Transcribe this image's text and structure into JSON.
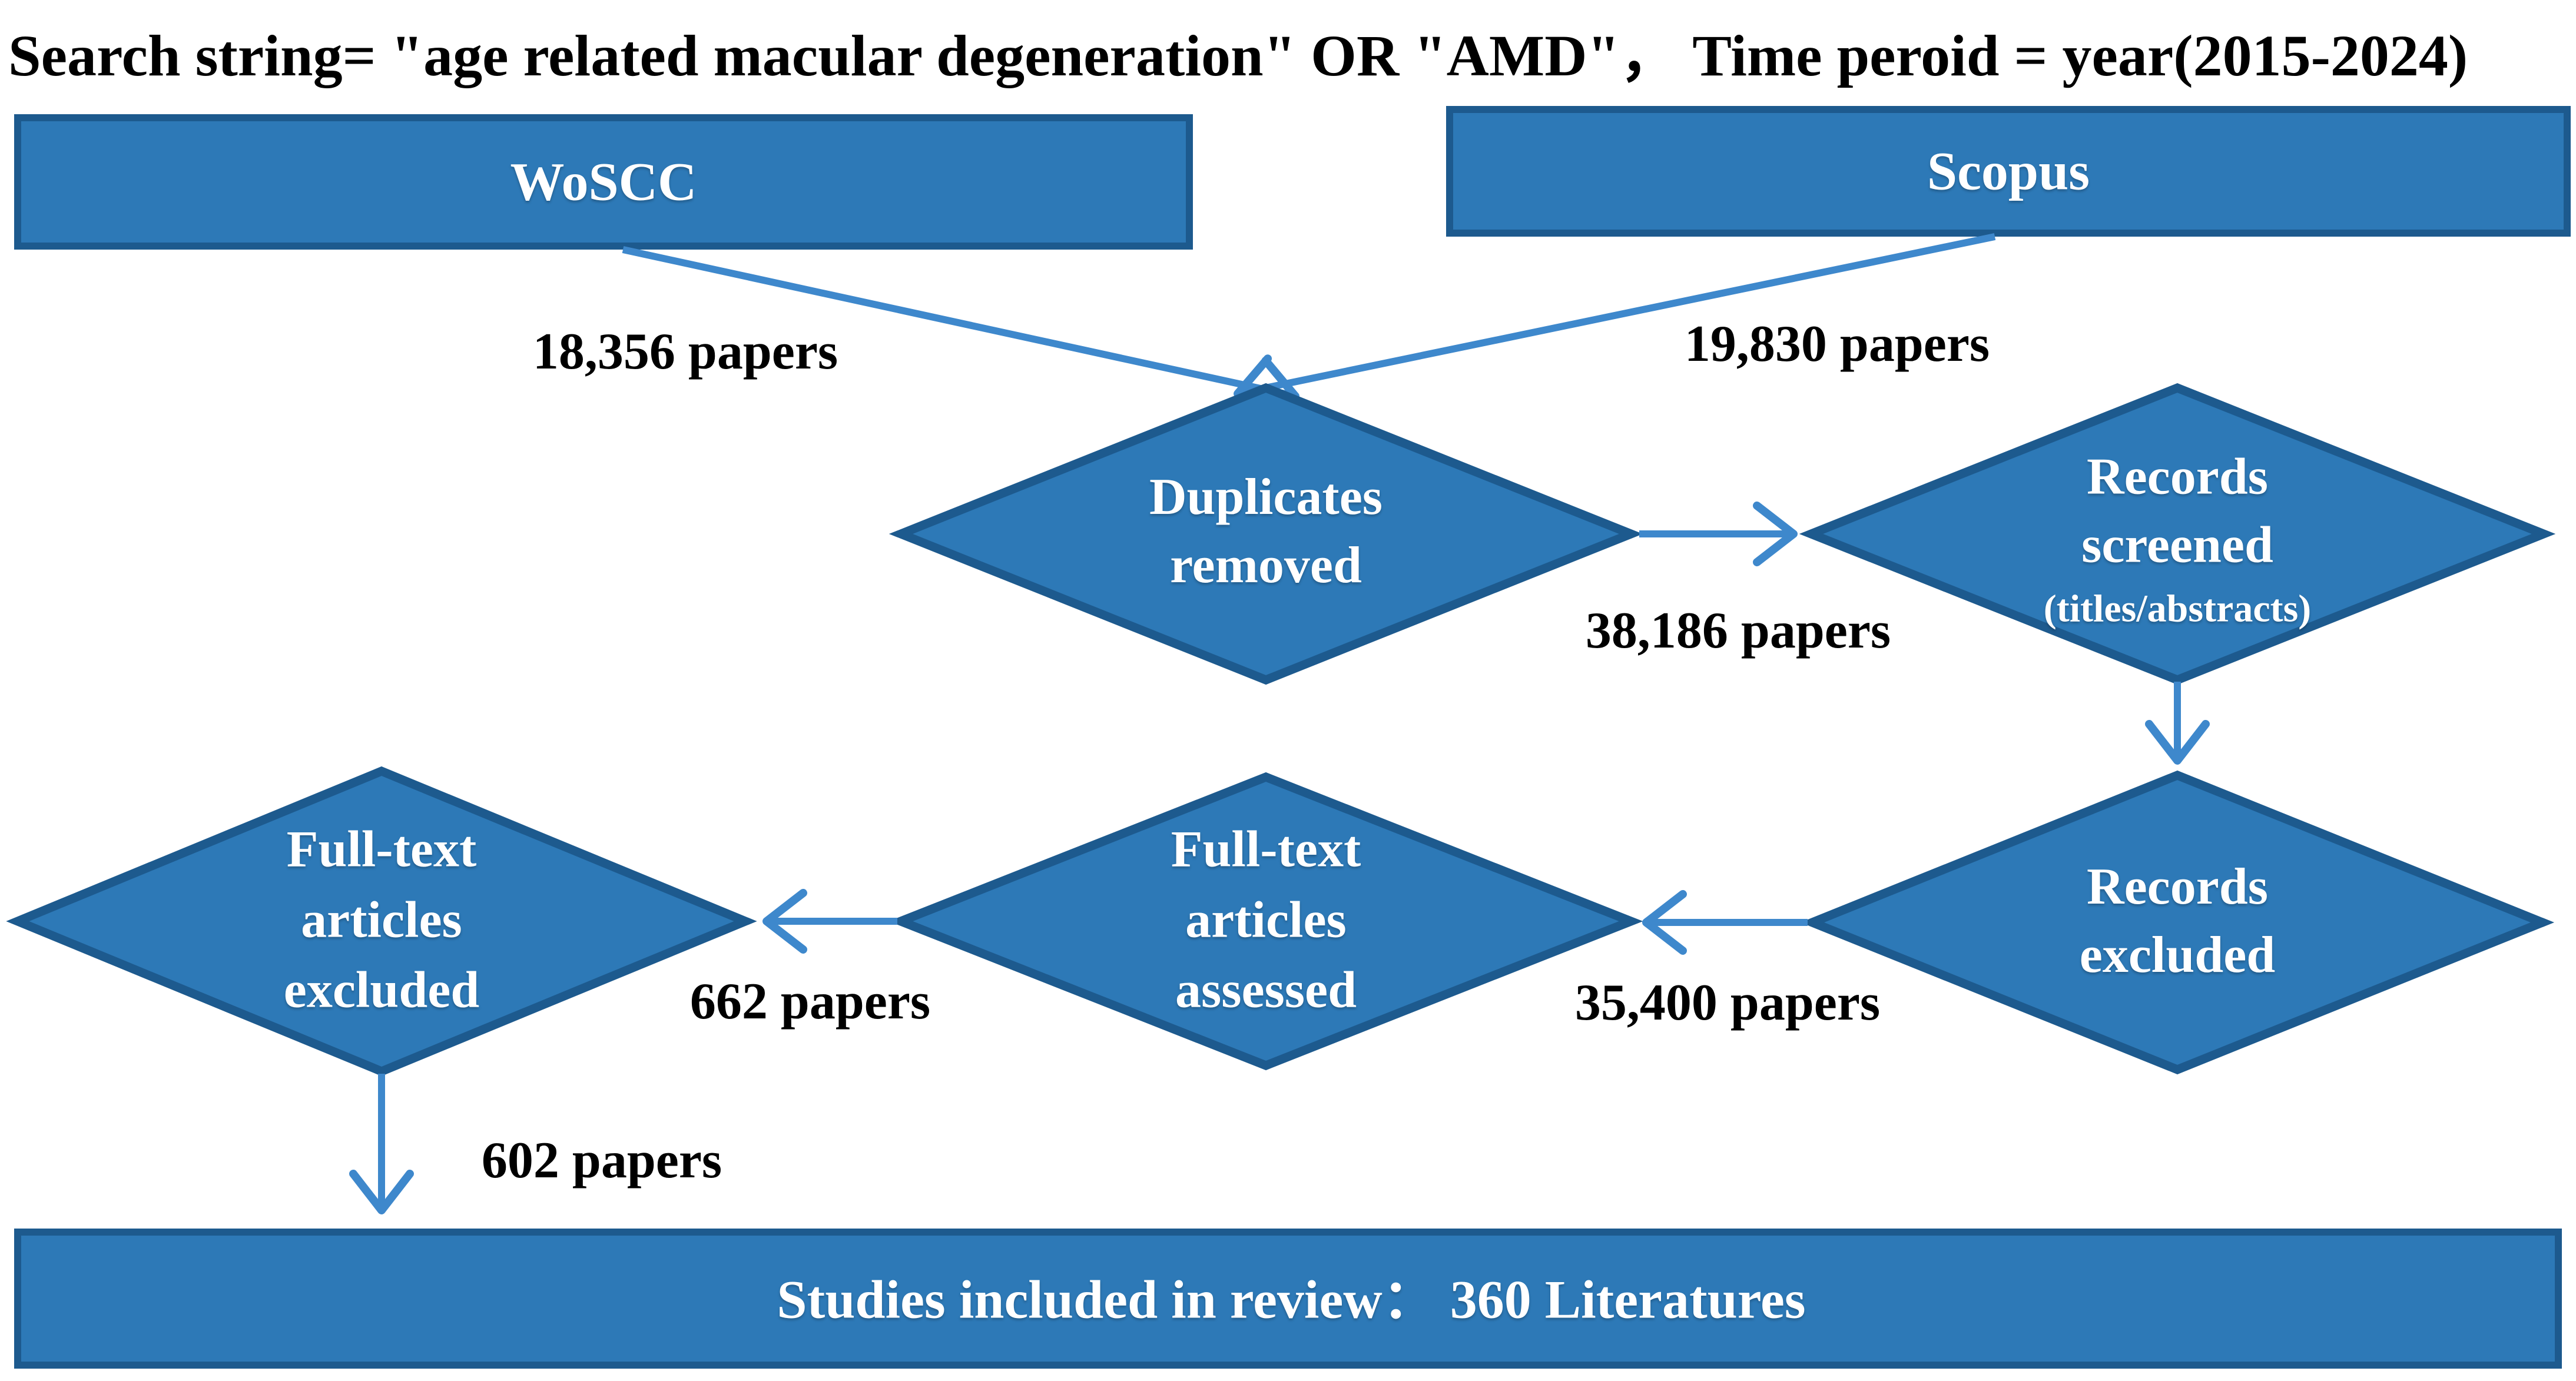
{
  "title": "Search string= \"age related macular degeneration\" OR \"AMD\"， Time peroid = year(2015-2024)",
  "databases": {
    "woscc": {
      "label": "WoSCC",
      "papers": "18,356 papers"
    },
    "scopus": {
      "label": "Scopus",
      "papers": "19,830 papers"
    }
  },
  "diamonds": {
    "duplicates": {
      "label": "Duplicates\nremoved"
    },
    "screened": {
      "label": "Records\nscreened",
      "sublabel": "(titles/abstracts)",
      "papers": "38,186 papers"
    },
    "records_excluded": {
      "label": "Records\nexcluded",
      "papers": "35,400 papers"
    },
    "fulltext_assessed": {
      "label": "Full-text\narticles\nassessed",
      "papers": "662 papers"
    },
    "fulltext_excluded": {
      "label": "Full-text\narticles\nexcluded",
      "papers": "602 papers"
    }
  },
  "result": {
    "label": "Studies included in review： 360 Literatures"
  },
  "colors": {
    "shape_fill": "#2d79b7",
    "shape_border": "#1d5a8e",
    "arrow": "#3e88cc",
    "shape_text": "#ffffff",
    "label_text": "#000000",
    "background": "#ffffff"
  }
}
